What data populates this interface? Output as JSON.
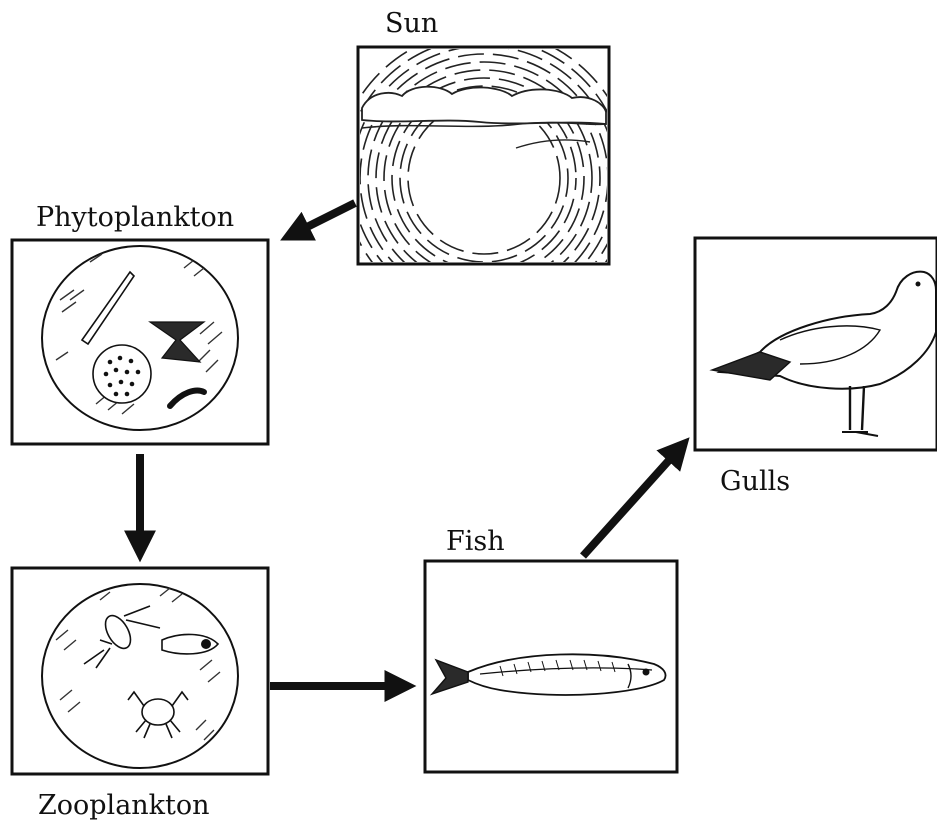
{
  "labels": {
    "sun": "Sun",
    "phytoplankton": "Phytoplankton",
    "zooplankton": "Zooplankton",
    "fish": "Fish",
    "gulls": "Gulls"
  },
  "colors": {
    "ink": "#111111",
    "background": "#ffffff"
  },
  "flow": [
    {
      "from": "Sun",
      "to": "Phytoplankton"
    },
    {
      "from": "Phytoplankton",
      "to": "Zooplankton"
    },
    {
      "from": "Zooplankton",
      "to": "Fish"
    },
    {
      "from": "Fish",
      "to": "Gulls"
    }
  ]
}
